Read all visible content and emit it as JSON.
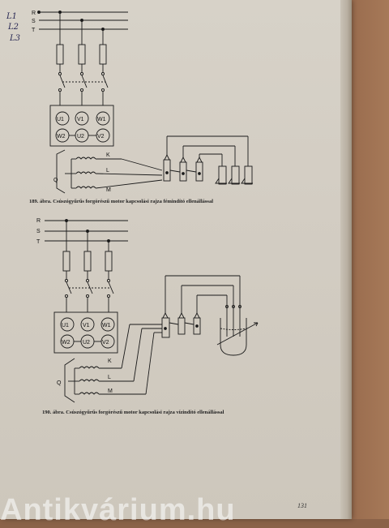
{
  "diagram1": {
    "handwritten": [
      "L1",
      "L2",
      "L3"
    ],
    "lines": [
      "R",
      "S",
      "T"
    ],
    "terminals_top": [
      "U1",
      "V1",
      "W1"
    ],
    "terminals_bottom": [
      "W2",
      "U2",
      "V2"
    ],
    "rotor": [
      "K",
      "L",
      "M"
    ],
    "motor": "Q",
    "caption": "189. ábra. Csúszógyűrűs forgórészű motor kapcsolási rajza fémindító ellenállással"
  },
  "diagram2": {
    "lines": [
      "R",
      "S",
      "T"
    ],
    "terminals_top": [
      "U1",
      "V1",
      "W1"
    ],
    "terminals_bottom": [
      "W2",
      "U2",
      "V2"
    ],
    "rotor": [
      "K",
      "L",
      "M"
    ],
    "motor": "Q",
    "caption": "190. ábra. Csúszógyűrűs forgórészű motor kapcsolási rajza vízindító ellenállással"
  },
  "page_number": "131",
  "watermark": "Antikvárium.hu"
}
